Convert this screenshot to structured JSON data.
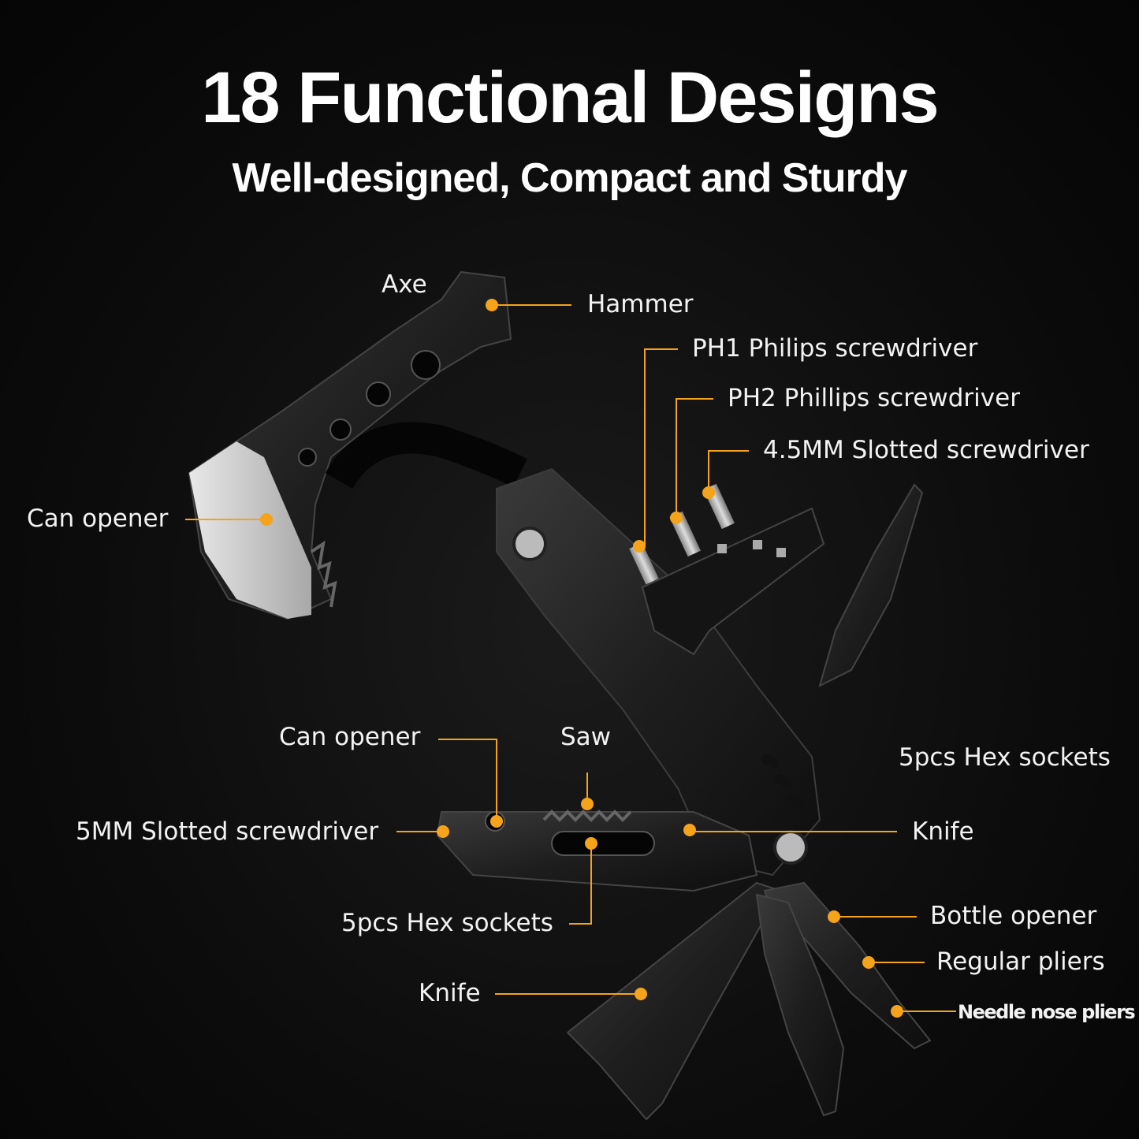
{
  "headline": {
    "title": "18 Functional Designs",
    "subtitle": "Well-designed, Compact and Sturdy"
  },
  "colors": {
    "accent": "#f5a31a",
    "background": "#0c0c0c",
    "text": "#ffffff"
  },
  "callouts": {
    "axe": "Axe",
    "hammer": "Hammer",
    "ph1": "PH1 Philips screwdriver",
    "ph2": "PH2 Phillips screwdriver",
    "slot45": "4.5MM Slotted screwdriver",
    "can_opener_blade": "Can opener",
    "can_opener": "Can opener",
    "saw": "Saw",
    "hex_right": "5pcs Hex sockets",
    "slot5": "5MM Slotted screwdriver",
    "knife_right": "Knife",
    "hex_bottom": "5pcs Hex sockets",
    "bottle_opener": "Bottle opener",
    "regular_pliers": "Regular pliers",
    "knife_bottom": "Knife",
    "needle_pliers": "Needle nose pliers"
  }
}
